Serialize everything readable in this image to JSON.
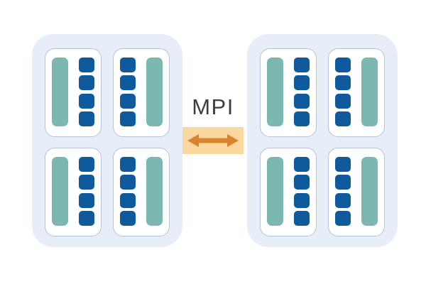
{
  "diagram": {
    "type": "hpc-architecture",
    "interconnect": {
      "label": "MPI",
      "icon": "double-headed-arrow-icon"
    },
    "nodes": [
      {
        "id": "node-left",
        "sockets": [
          {
            "bar_side": "left",
            "core_count": 4
          },
          {
            "bar_side": "right",
            "core_count": 4
          },
          {
            "bar_side": "left",
            "core_count": 4
          },
          {
            "bar_side": "right",
            "core_count": 4
          }
        ]
      },
      {
        "id": "node-right",
        "sockets": [
          {
            "bar_side": "left",
            "core_count": 4
          },
          {
            "bar_side": "right",
            "core_count": 4
          },
          {
            "bar_side": "left",
            "core_count": 4
          },
          {
            "bar_side": "right",
            "core_count": 4
          }
        ]
      }
    ],
    "colors": {
      "node_bg": "#e8eef8",
      "socket_bg": "#ffffff",
      "socket_border": "#b7c1dc",
      "bar_teal": "#7cb8b2",
      "core_blue": "#0f5a9d",
      "link_bg": "#fbd7a0",
      "link_arrow": "#d9832e",
      "label_text": "#3e3e3e"
    }
  }
}
